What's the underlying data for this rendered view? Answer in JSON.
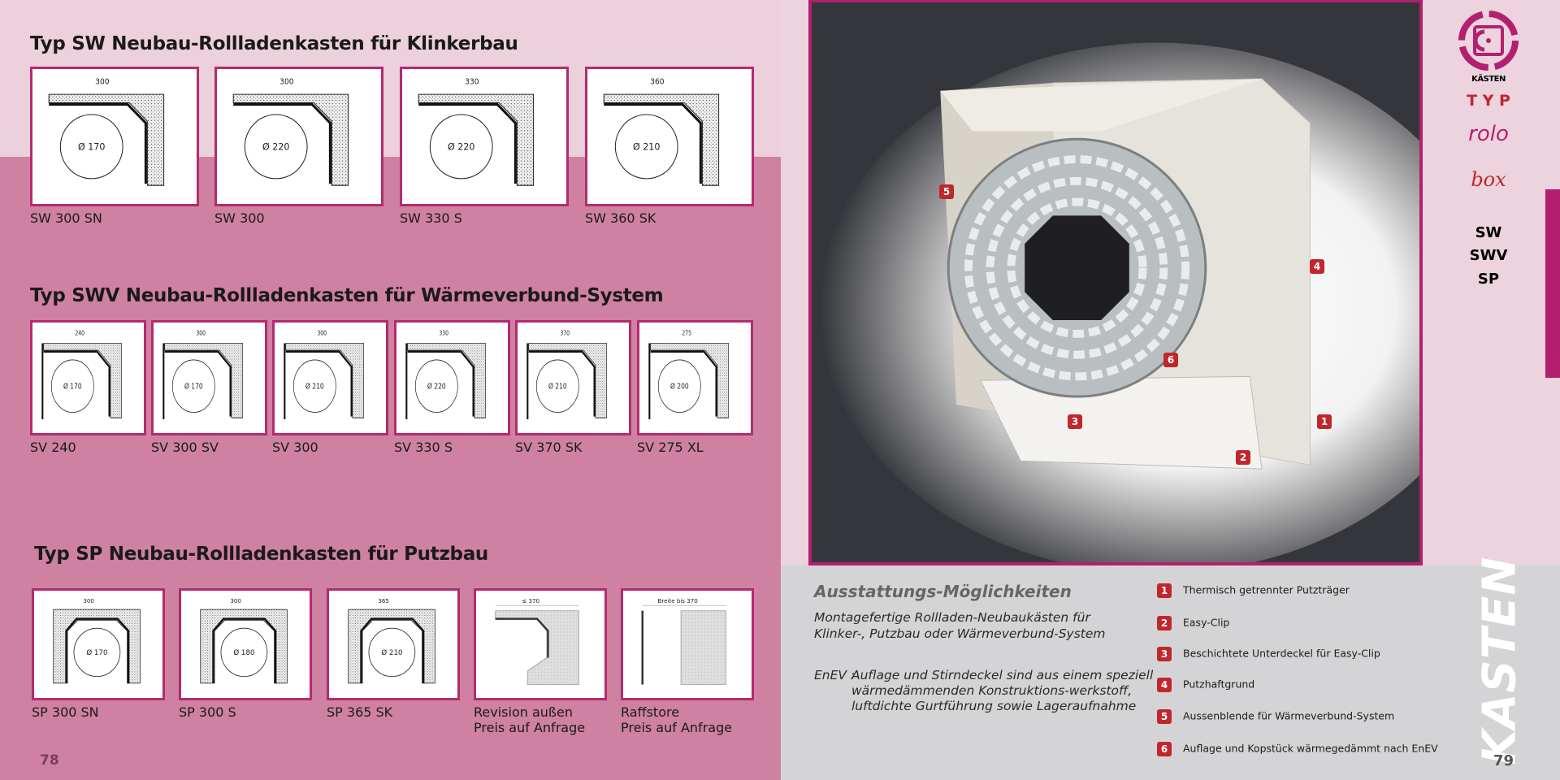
{
  "left_page": {
    "page_number": "78",
    "sections": [
      {
        "title": "Typ SW Neubau-Rollladenkasten für Klinkerbau",
        "items": [
          {
            "label": "SW 300 SN",
            "width": "300",
            "diameter": "Ø 170",
            "kind": "sw"
          },
          {
            "label": "SW 300",
            "width": "300",
            "diameter": "Ø 220",
            "kind": "sw"
          },
          {
            "label": "SW 330 S",
            "width": "330",
            "diameter": "Ø 220",
            "kind": "sw"
          },
          {
            "label": "SW 360 SK",
            "width": "360",
            "diameter": "Ø 210",
            "kind": "sw"
          }
        ]
      },
      {
        "title": "Typ SWV Neubau-Rollladenkasten für Wärmeverbund-System",
        "items": [
          {
            "label": "SV 240",
            "width": "240",
            "diameter": "Ø 170",
            "kind": "sv"
          },
          {
            "label": "SV 300 SV",
            "width": "300",
            "diameter": "Ø 170",
            "kind": "sv"
          },
          {
            "label": "SV 300",
            "width": "300",
            "diameter": "Ø 210",
            "kind": "sv"
          },
          {
            "label": "SV 330 S",
            "width": "330",
            "diameter": "Ø 220",
            "kind": "sv"
          },
          {
            "label": "SV 370 SK",
            "width": "370",
            "diameter": "Ø 210",
            "kind": "sv"
          },
          {
            "label": "SV 275 XL",
            "width": "275",
            "diameter": "Ø 200",
            "kind": "sv"
          }
        ]
      },
      {
        "title": "Typ SP Neubau-Rollladenkasten für Putzbau",
        "items": [
          {
            "label": "SP 300 SN",
            "width": "300",
            "diameter": "Ø 170",
            "kind": "sp"
          },
          {
            "label": "SP 300 S",
            "width": "300",
            "diameter": "Ø 180",
            "kind": "sp"
          },
          {
            "label": "SP 365 SK",
            "width": "365",
            "diameter": "Ø 210",
            "kind": "sp"
          },
          {
            "label": "Revision außen",
            "sublabel": "Preis auf Anfrage",
            "width": "≤ 370",
            "kind": "rev"
          },
          {
            "label": "Raffstore",
            "sublabel": "Preis auf Anfrage",
            "width": "Breite bis 370",
            "kind": "raff"
          }
        ]
      }
    ]
  },
  "right_page": {
    "page_number": "79",
    "brand": {
      "logo_text": "KÄSTEN",
      "typ": "T Y P",
      "rolo": "rolo",
      "box": "box",
      "types": [
        "SW",
        "SWV",
        "SP"
      ]
    },
    "chapter": "KASTEN",
    "photo_markers": [
      "1",
      "2",
      "3",
      "4",
      "5",
      "6"
    ],
    "features": {
      "title": "Ausstattungs-Möglichkeiten",
      "intro": "Montagefertige Rollladen-Neubaukästen für Klinker-, Putzbau oder Wärmeverbund-System",
      "enev_key": "EnEV :",
      "enev_text": "Auflage und Stirndeckel sind aus einem speziell wärmedämmenden Konstruktions-werkstoff, luftdichte Gurtführung sowie Lageraufnahme",
      "list": [
        {
          "num": "1",
          "text": "Thermisch getrennter Putzträger"
        },
        {
          "num": "2",
          "text": "Easy-Clip"
        },
        {
          "num": "3",
          "text": "Beschichtete Unterdeckel für Easy-Clip"
        },
        {
          "num": "4",
          "text": "Putzhaftgrund"
        },
        {
          "num": "5",
          "text": "Aussenblende für Wärmeverbund-System"
        },
        {
          "num": "6",
          "text": "Auflage und Kopstück wärmegedämmt nach EnEV"
        }
      ]
    }
  },
  "colors": {
    "magenta": "#b3206f",
    "red": "#c0272d",
    "pink_light": "#ecd0dc",
    "pink": "#cf81a1",
    "gray": "#d4d4d6"
  }
}
